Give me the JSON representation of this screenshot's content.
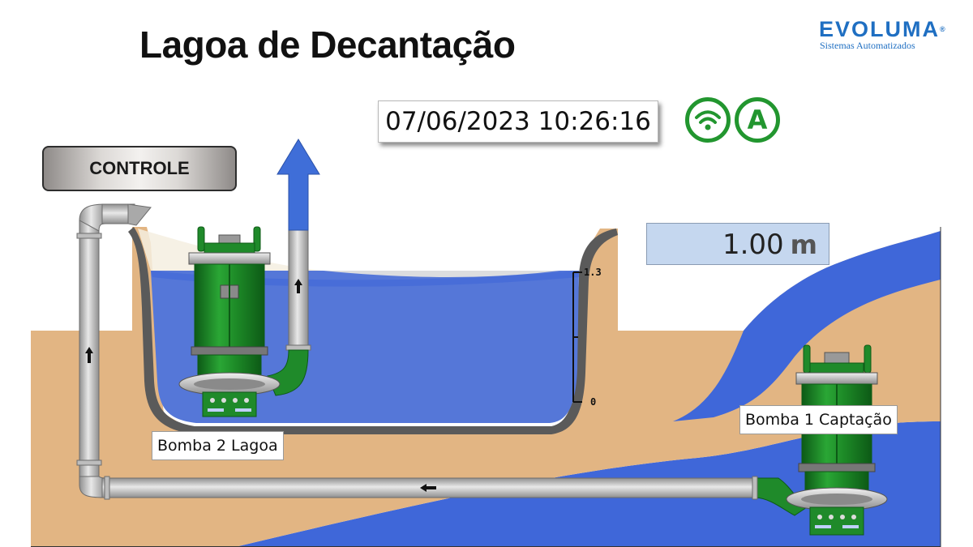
{
  "header": {
    "title": "Lagoa de Decantação",
    "logo_name": "EVOLUMA",
    "logo_registered": "®",
    "logo_subtitle": "Sistemas Automatizados"
  },
  "status": {
    "datetime": "07/06/2023 10:26:16",
    "connection_icon": "wifi-icon",
    "mode_letter": "A",
    "status_color": "#22962f"
  },
  "controls": {
    "control_button": "CONTROLE"
  },
  "level": {
    "value": "1.00",
    "unit": "m",
    "scale_max": "1.3",
    "scale_min": "0"
  },
  "pumps": {
    "pump2_label": "Bomba 2 Lagoa",
    "pump1_label": "Bomba 1 Captação"
  },
  "colors": {
    "water": "#3f67d9",
    "earth": "#e2b583",
    "pump_green": "#1f8a2a",
    "pipe_gray": "#c9c9c9",
    "arrow_blue": "#3f6ed8"
  }
}
